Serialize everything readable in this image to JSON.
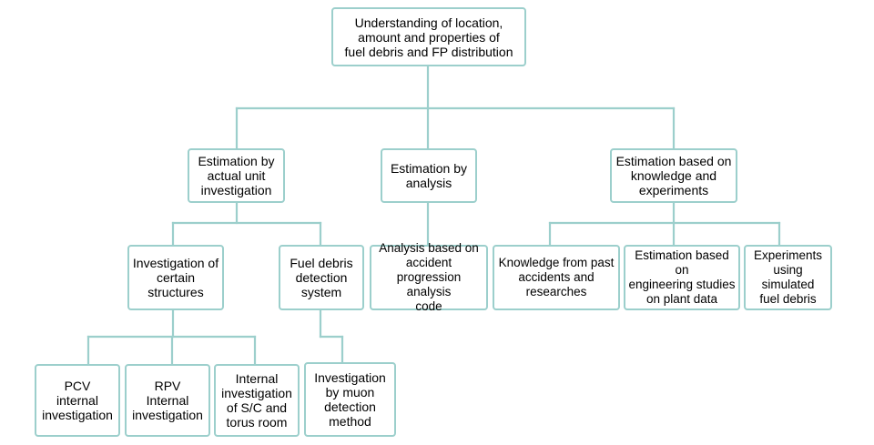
{
  "colors": {
    "box_border": "#9ccfcc",
    "connector": "#9ccfcc",
    "text": "#000000",
    "background": "#ffffff"
  },
  "nodes": {
    "root": "Understanding of location,\namount and properties of\nfuel debris and FP distribution",
    "actual_unit": "Estimation by\nactual unit\ninvestigation",
    "analysis": "Estimation by\nanalysis",
    "knowledge_experiments": "Estimation based on\nknowledge and\nexperiments",
    "certain_structures": "Investigation  of\ncertain\nstructures",
    "fuel_debris_detection": "Fuel debris\ndetection\nsystem",
    "analysis_code": "Analysis based on\naccident\nprogression analysis\ncode",
    "past_accidents": "Knowledge from past\naccidents and\nresearches",
    "engineering_studies": "Estimation based on\nengineering studies\non plant data",
    "simulated_debris": "Experiments\nusing\nsimulated\nfuel debris",
    "pcv": "PCV\ninternal\ninvestigation",
    "rpv": "RPV\nInternal\ninvestigation",
    "sc_torus": "Internal\ninvestigation\nof S/C and\ntorus room",
    "muon": "Investigation\nby muon\ndetection\nmethod"
  }
}
